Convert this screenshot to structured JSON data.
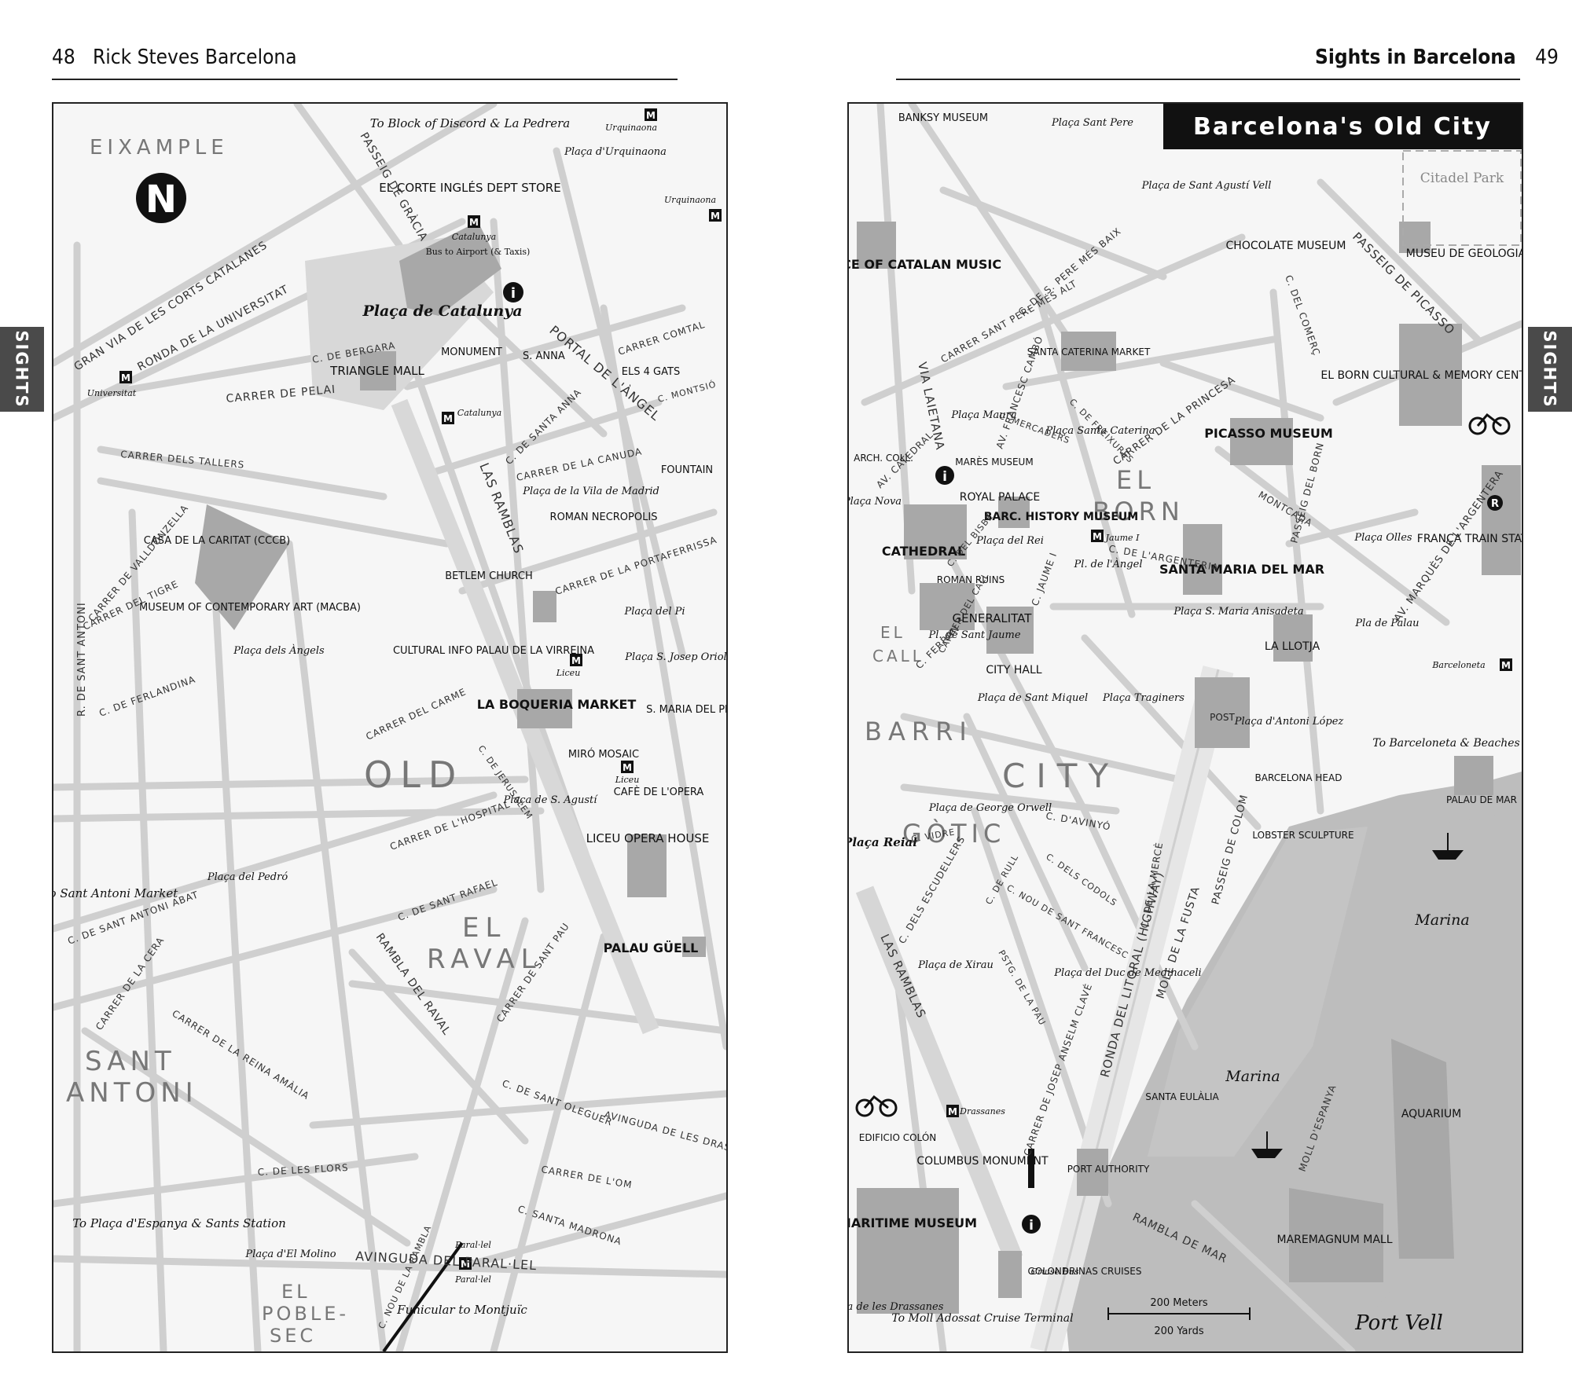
{
  "left_page": {
    "page_number": "48",
    "running_title": "Rick Steves Barcelona",
    "side_tab": "SIGHTS",
    "map_labels": {
      "districts": [
        "EIXAMPLE",
        "OLD",
        "EL",
        "RAVAL",
        "SANT",
        "ANTONI",
        "EL",
        "POBLE-",
        "SEC"
      ],
      "sights": [
        "EL CORTE INGLÉS DEPT STORE",
        "TRIANGLE MALL",
        "MONUMENT",
        "S. ANNA",
        "ELS 4 GATS",
        "FOUNTAIN",
        "ROMAN NECROPOLIS",
        "BETLEM CHURCH",
        "CASA DE LA CARITAT (CCCB)",
        "MUSEUM OF CONTEMPORARY ART (MACBA)",
        "CULTURAL INFO PALAU DE LA VIRREINA",
        "LA BOQUERIA MARKET",
        "MIRÓ MOSAIC",
        "S. MARIA DEL PI",
        "CAFÈ DE L'OPERA",
        "LICEU OPERA HOUSE",
        "PALAU GÜELL"
      ],
      "squares": [
        "Plaça d'Urquinaona",
        "Plaça de Catalunya",
        "Plaça de la Vila de Madrid",
        "Plaça del Pi",
        "Plaça S. Josep Oriol",
        "Plaça dels Àngels",
        "Plaça de S. Agustí",
        "Plaça del Pedró",
        "Plaça d'El Molino"
      ],
      "metro": [
        "Urquinaona",
        "Urquinaona",
        "Catalunya",
        "Universitat",
        "Catalunya",
        "Liceu",
        "Liceu",
        "Paral·lel",
        "Paral·lel"
      ],
      "notes": [
        "To Block of Discord & La Pedrera",
        "Bus to Airport (& Taxis)",
        "To Sant Antoni Market",
        "To Plaça d'Espanya & Sants Station",
        "Funicular to Montjuïc"
      ],
      "streets": [
        "GRAN VIA DE LES CORTS CATALANES",
        "RONDA DE LA UNIVERSITAT",
        "PASSEIG DE GRÀCIA",
        "CARRER DE PELAI",
        "C. DE BERGARA",
        "CARRER DELS TALLERS",
        "LAS RAMBLAS",
        "PORTAL DE L'ÀNGEL",
        "CARRER COMTAL",
        "C. MONTSIÓ",
        "CARRER DE LA CANUDA",
        "C. DE SANTA ANNA",
        "CARRER DE LA PORTAFERRISSA",
        "CARRER DEL CARME",
        "CARRER DE L'HOSPITAL",
        "C. DE SANT RAFAEL",
        "RAMBLA DEL RAVAL",
        "CARRER DE SANT PAU",
        "AVINGUDA DEL PARAL·LEL",
        "C. NOU DE LA RAMBLA",
        "R. DE SANT ANTONI",
        "CARRER DE LA CERA",
        "CARRER DE LA REINA AMÀLIA",
        "C. DE SANT ANTONI ABAT",
        "CARRER DEL TIGRE",
        "CARRER DE VALLDONZELLA",
        "C. DE FERLANDINA",
        "C. DE JERUSALEM",
        "C. DE LES FLORS",
        "C. DE SANT OLEGUER",
        "CARRER DE L'OM",
        "C. SANTA MADRONA",
        "AVINGUDA DE LES DRASSANES"
      ]
    }
  },
  "right_page": {
    "page_number": "49",
    "running_title": "Sights in Barcelona",
    "side_tab": "SIGHTS",
    "map_title": "Barcelona's Old City",
    "map_labels": {
      "districts": [
        "EL",
        "BORN",
        "BARRI",
        "CITY",
        "GÒTIC",
        "EL",
        "CALL"
      ],
      "sights": [
        "BANKSY MUSEUM",
        "PALACE OF CATALAN MUSIC",
        "CHOCOLATE MUSEUM",
        "MUSEU DE GEOLOGIA",
        "SANTA CATERINA MARKET",
        "EL BORN CULTURAL & MEMORY CENTER",
        "PICASSO MUSEUM",
        "ARCH. COLL.",
        "MARÈS MUSEUM",
        "ROYAL PALACE",
        "BARC. HISTORY MUSEUM",
        "CATHEDRAL",
        "ROMAN RUINS",
        "GENERALITAT",
        "CITY HALL",
        "SANTA MARIA DEL MAR",
        "FRANÇA TRAIN STATION",
        "LA LLOTJA",
        "POST",
        "BARCELONA HEAD",
        "LOBSTER SCULPTURE",
        "PALAU DE MAR",
        "SANTA EULÀLIA",
        "AQUARIUM",
        "MAREMAGNUM MALL",
        "EDIFICIO COLÓN",
        "COLUMBUS MONUMENT",
        "PORT AUTHORITY",
        "MARITIME MUSEUM",
        "GOLONDRINAS CRUISES"
      ],
      "squares": [
        "Plaça Sant Pere",
        "Plaça de Sant Agustí Vell",
        "Plaça Maura",
        "Plaça Santa Caterina",
        "Plaça Nova",
        "Plaça del Rei",
        "Pl. de l'Àngel",
        "Pl. de Sant Jaume",
        "Plaça de Sant Miquel",
        "Plaça Traginers",
        "Plaça d'Antoni López",
        "Plaça S. Maria Anisadeta",
        "Plaça Olles",
        "Pla de Palau",
        "Plaça de George Orwell",
        "Plaça Reial",
        "Plaça de Xirau",
        "Plaça del Duc de Medinaceli",
        "Plaça de les Drassanes"
      ],
      "metro": [
        "Jaume I",
        "Barceloneta",
        "Drassanes"
      ],
      "water": [
        "Marina",
        "Marina",
        "Port Vell"
      ],
      "notes": [
        "Citadel Park",
        "To Barceloneta & Beaches",
        "Cruise Bus",
        "To Moll Adossat Cruise Terminal"
      ],
      "scale": [
        "200 Meters",
        "200 Yards"
      ],
      "streets": [
        "VIA LAIETANA",
        "AV. FRANCESC CAMBÓ",
        "CARRER SANT PERE MÉS ALT",
        "C. DE S. PERE MÉS BAIX",
        "CARRER DE LA PRINCESA",
        "MONTCADA",
        "PASSEIG DEL BORN",
        "PASSEIG DE PICASSO",
        "C. DEL COMERÇ",
        "AV. MARQUÈS DE L'ARGENTERA",
        "C. DE L'ARGENTERIA",
        "C. JAUME I",
        "C. FERRAN",
        "CARRER DEL CALL",
        "C. D'AVINYÓ",
        "C. DELS ESCUDELLERS",
        "PASSEIG DE COLOM",
        "RONDA DEL LITORAL (HIGHWAY)",
        "MOLL DE LA FUSTA",
        "MOLL D'ESPANYA",
        "RAMBLA DE MAR",
        "LAS RAMBLAS",
        "C. DE LA MERCÈ",
        "AV. CATEDRAL",
        "C. DEL BISBE",
        "C. DE FREIXURES",
        "C. MERCADERS",
        "CARRER DE JOSEP ANSELM CLAVÉ",
        "PSTG. DE LA PAU",
        "C. DELS CODOLS",
        "C. NOU DE SANT FRANCESC",
        "C. DE RULL",
        "C. VIDRE"
      ]
    }
  }
}
